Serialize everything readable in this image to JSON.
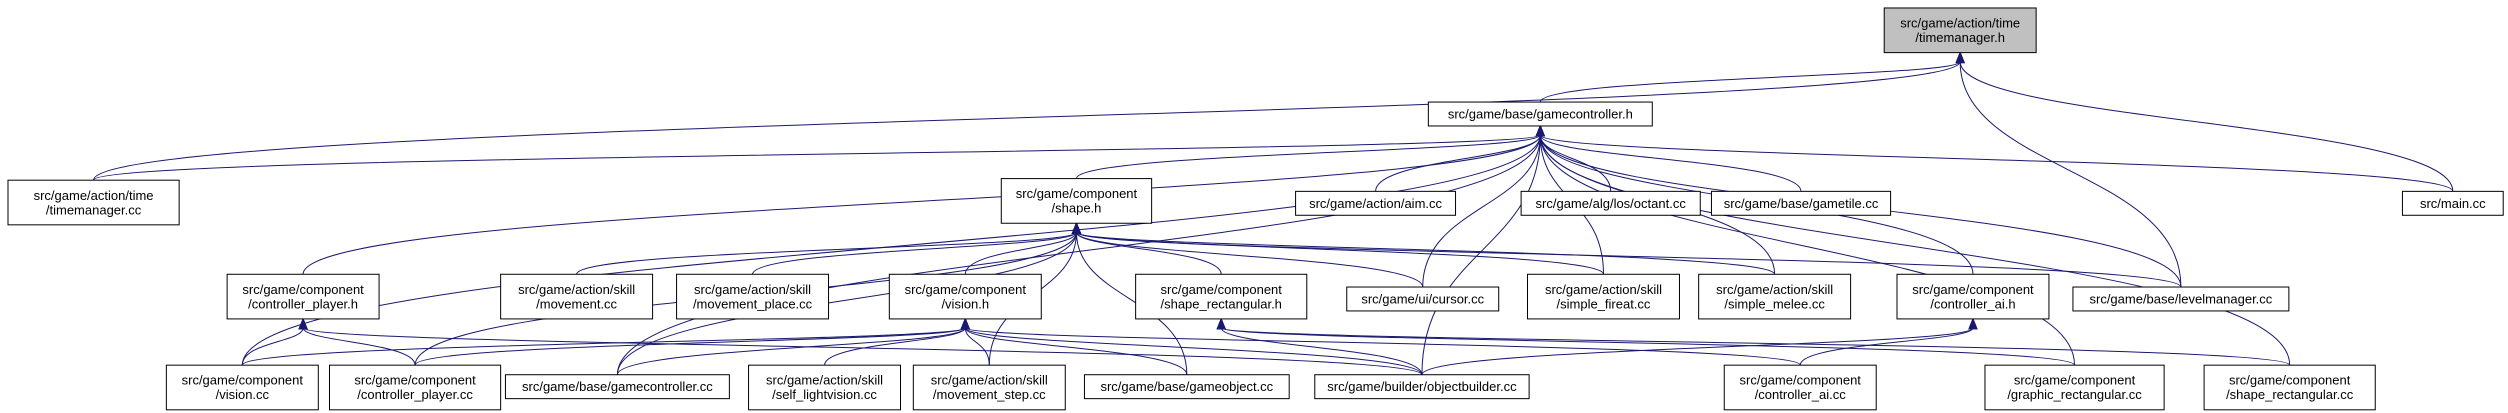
{
  "graph": {
    "edge_color": "#191970",
    "root_fill": "#c0c0c0",
    "nodes": [
      {
        "id": "timemanager_h",
        "lines": [
          "src/game/action/time",
          "/timemanager.h"
        ],
        "root": true
      },
      {
        "id": "gamecontroller_h",
        "lines": [
          "src/game/base/gamecontroller.h"
        ]
      },
      {
        "id": "timemanager_cc",
        "lines": [
          "src/game/action/time",
          "/timemanager.cc"
        ]
      },
      {
        "id": "main_cc",
        "lines": [
          "src/main.cc"
        ]
      },
      {
        "id": "shape_h",
        "lines": [
          "src/game/component",
          "/shape.h"
        ]
      },
      {
        "id": "aim_cc",
        "lines": [
          "src/game/action/aim.cc"
        ]
      },
      {
        "id": "octant_cc",
        "lines": [
          "src/game/alg/los/octant.cc"
        ]
      },
      {
        "id": "gametile_cc",
        "lines": [
          "src/game/base/gametile.cc"
        ]
      },
      {
        "id": "controller_player_h",
        "lines": [
          "src/game/component",
          "/controller_player.h"
        ]
      },
      {
        "id": "movement_cc",
        "lines": [
          "src/game/action/skill",
          "/movement.cc"
        ]
      },
      {
        "id": "movement_place_cc",
        "lines": [
          "src/game/action/skill",
          "/movement_place.cc"
        ]
      },
      {
        "id": "vision_h",
        "lines": [
          "src/game/component",
          "/vision.h"
        ]
      },
      {
        "id": "shape_rectangular_h",
        "lines": [
          "src/game/component",
          "/shape_rectangular.h"
        ]
      },
      {
        "id": "cursor_cc",
        "lines": [
          "src/game/ui/cursor.cc"
        ]
      },
      {
        "id": "simple_fireat_cc",
        "lines": [
          "src/game/action/skill",
          "/simple_fireat.cc"
        ]
      },
      {
        "id": "simple_melee_cc",
        "lines": [
          "src/game/action/skill",
          "/simple_melee.cc"
        ]
      },
      {
        "id": "controller_ai_h",
        "lines": [
          "src/game/component",
          "/controller_ai.h"
        ]
      },
      {
        "id": "levelmanager_cc",
        "lines": [
          "src/game/base/levelmanager.cc"
        ]
      },
      {
        "id": "vision_cc",
        "lines": [
          "src/game/component",
          "/vision.cc"
        ]
      },
      {
        "id": "controller_player_cc",
        "lines": [
          "src/game/component",
          "/controller_player.cc"
        ]
      },
      {
        "id": "gamecontroller_cc",
        "lines": [
          "src/game/base/gamecontroller.cc"
        ]
      },
      {
        "id": "self_lightvision_cc",
        "lines": [
          "src/game/action/skill",
          "/self_lightvision.cc"
        ]
      },
      {
        "id": "movement_step_cc",
        "lines": [
          "src/game/action/skill",
          "/movement_step.cc"
        ]
      },
      {
        "id": "gameobject_cc",
        "lines": [
          "src/game/base/gameobject.cc"
        ]
      },
      {
        "id": "objectbuilder_cc",
        "lines": [
          "src/game/builder/objectbuilder.cc"
        ]
      },
      {
        "id": "controller_ai_cc",
        "lines": [
          "src/game/component",
          "/controller_ai.cc"
        ]
      },
      {
        "id": "graphic_rectangular_cc",
        "lines": [
          "src/game/component",
          "/graphic_rectangular.cc"
        ]
      },
      {
        "id": "shape_rectangular_cc",
        "lines": [
          "src/game/component",
          "/shape_rectangular.cc"
        ]
      }
    ],
    "edges": [
      [
        "gamecontroller_h",
        "timemanager_h"
      ],
      [
        "timemanager_cc",
        "timemanager_h"
      ],
      [
        "main_cc",
        "timemanager_h"
      ],
      [
        "levelmanager_cc",
        "timemanager_h"
      ],
      [
        "timemanager_cc",
        "gamecontroller_h"
      ],
      [
        "main_cc",
        "gamecontroller_h"
      ],
      [
        "shape_h",
        "gamecontroller_h"
      ],
      [
        "aim_cc",
        "gamecontroller_h"
      ],
      [
        "octant_cc",
        "gamecontroller_h"
      ],
      [
        "gametile_cc",
        "gamecontroller_h"
      ],
      [
        "controller_player_h",
        "gamecontroller_h"
      ],
      [
        "cursor_cc",
        "gamecontroller_h"
      ],
      [
        "simple_fireat_cc",
        "gamecontroller_h"
      ],
      [
        "simple_melee_cc",
        "gamecontroller_h"
      ],
      [
        "controller_ai_h",
        "gamecontroller_h"
      ],
      [
        "levelmanager_cc",
        "gamecontroller_h"
      ],
      [
        "vision_cc",
        "gamecontroller_h"
      ],
      [
        "gamecontroller_cc",
        "gamecontroller_h"
      ],
      [
        "objectbuilder_cc",
        "gamecontroller_h"
      ],
      [
        "graphic_rectangular_cc",
        "gamecontroller_h"
      ],
      [
        "shape_rectangular_cc",
        "gamecontroller_h"
      ],
      [
        "movement_cc",
        "shape_h"
      ],
      [
        "movement_place_cc",
        "shape_h"
      ],
      [
        "vision_h",
        "shape_h"
      ],
      [
        "shape_rectangular_h",
        "shape_h"
      ],
      [
        "cursor_cc",
        "shape_h"
      ],
      [
        "simple_fireat_cc",
        "shape_h"
      ],
      [
        "simple_melee_cc",
        "shape_h"
      ],
      [
        "levelmanager_cc",
        "shape_h"
      ],
      [
        "controller_player_cc",
        "shape_h"
      ],
      [
        "gamecontroller_cc",
        "shape_h"
      ],
      [
        "movement_step_cc",
        "shape_h"
      ],
      [
        "gameobject_cc",
        "shape_h"
      ],
      [
        "vision_cc",
        "controller_player_h"
      ],
      [
        "controller_player_cc",
        "controller_player_h"
      ],
      [
        "objectbuilder_cc",
        "controller_player_h"
      ],
      [
        "vision_cc",
        "vision_h"
      ],
      [
        "controller_player_cc",
        "vision_h"
      ],
      [
        "gamecontroller_cc",
        "vision_h"
      ],
      [
        "self_lightvision_cc",
        "vision_h"
      ],
      [
        "movement_step_cc",
        "vision_h"
      ],
      [
        "gameobject_cc",
        "vision_h"
      ],
      [
        "objectbuilder_cc",
        "vision_h"
      ],
      [
        "controller_ai_cc",
        "vision_h"
      ],
      [
        "objectbuilder_cc",
        "shape_rectangular_h"
      ],
      [
        "graphic_rectangular_cc",
        "shape_rectangular_h"
      ],
      [
        "shape_rectangular_cc",
        "shape_rectangular_h"
      ],
      [
        "objectbuilder_cc",
        "controller_ai_h"
      ],
      [
        "controller_ai_cc",
        "controller_ai_h"
      ]
    ]
  }
}
